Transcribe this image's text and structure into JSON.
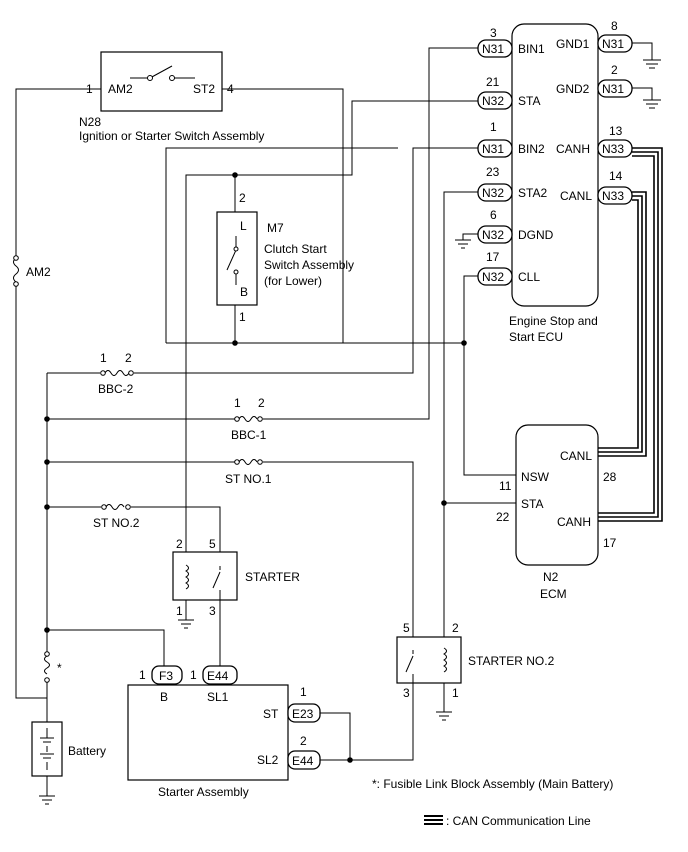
{
  "components": {
    "ecu": {
      "name_line1": "Engine Stop and",
      "name_line2": "Start ECU",
      "left_pins": [
        {
          "num": "3",
          "conn": "N31",
          "label": "BIN1"
        },
        {
          "num": "21",
          "conn": "N32",
          "label": "STA"
        },
        {
          "num": "1",
          "conn": "N31",
          "label": "BIN2"
        },
        {
          "num": "23",
          "conn": "N32",
          "label": "STA2"
        },
        {
          "num": "6",
          "conn": "N32",
          "label": "DGND"
        },
        {
          "num": "17",
          "conn": "N32",
          "label": "CLL"
        }
      ],
      "right_pins": [
        {
          "num": "8",
          "conn": "N31",
          "label": "GND1"
        },
        {
          "num": "2",
          "conn": "N31",
          "label": "GND2"
        },
        {
          "num": "13",
          "conn": "N33",
          "label": "CANH"
        },
        {
          "num": "14",
          "conn": "N33",
          "label": "CANL"
        }
      ]
    },
    "ign": {
      "id": "N28",
      "name": "Ignition or Starter Switch Assembly",
      "pin1": "1",
      "am2": "AM2",
      "st2": "ST2",
      "pin4": "4"
    },
    "clutch": {
      "id": "M7",
      "name1": "Clutch Start",
      "name2": "Switch Assembly",
      "name3": "(for Lower)",
      "pin_top": "2",
      "pin_bot": "1",
      "l": "L",
      "b": "B"
    },
    "ecm": {
      "id": "N2",
      "name": "ECM",
      "canl": "CANL",
      "canl_pin": "28",
      "nsw": "NSW",
      "nsw_pin": "11",
      "sta": "STA",
      "sta_pin": "22",
      "canh": "CANH",
      "canh_pin": "17"
    },
    "starter_relay": {
      "name": "STARTER",
      "p2": "2",
      "p5": "5",
      "p1": "1",
      "p3": "3"
    },
    "starter_no2": {
      "name": "STARTER NO.2",
      "p5": "5",
      "p2": "2",
      "p3": "3",
      "p1": "1"
    },
    "starter": {
      "name": "Starter Assembly",
      "f3": "F3",
      "f3_pin": "1",
      "b": "B",
      "e44": "E44",
      "e44_pin": "1",
      "sl1": "SL1",
      "st": "ST",
      "e23": "E23",
      "e23_pin": "1",
      "sl2": "SL2",
      "e44b": "E44",
      "e44b_pin": "2"
    },
    "battery": {
      "name": "Battery"
    }
  },
  "fuses": {
    "am2": "AM2",
    "bbc2": {
      "name": "BBC-2",
      "p1": "1",
      "p2": "2"
    },
    "bbc1": {
      "name": "BBC-1",
      "p1": "1",
      "p2": "2"
    },
    "stno1": {
      "name": "ST NO.1"
    },
    "stno2": {
      "name": "ST NO.2"
    },
    "fl_mark": "*"
  },
  "notes": {
    "footnote": "*: Fusible Link Block Assembly (Main Battery)",
    "can_legend": ": CAN Communication Line"
  }
}
